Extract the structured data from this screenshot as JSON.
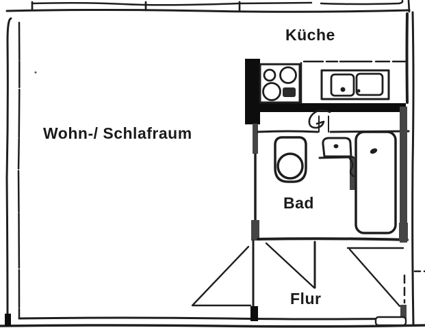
{
  "plan": {
    "kind": "apartment-floor-plan"
  },
  "rooms": {
    "living_sleeping": {
      "label": "Wohn-/ Schlafraum"
    },
    "kitchen": {
      "label": "Küche"
    },
    "bathroom": {
      "label": "Bad"
    },
    "hallway": {
      "label": "Flur"
    }
  },
  "fixtures": {
    "kitchen": [
      "stove-icon",
      "double-basin-sink-icon"
    ],
    "bathroom": [
      "toilet-icon",
      "washbasin-icon",
      "bathtub-icon"
    ],
    "doors": [
      "door-swing-kitchen-bath",
      "door-swing-living-hall",
      "door-swing-bath-hall",
      "door-swing-entrance",
      "entrance-threshold"
    ]
  },
  "colors": {
    "paper": "#ffffff",
    "ink": "#1e1e1e",
    "solid_wall": "#0d0d0d",
    "wall_gray": "#454545",
    "label_text": "#1a1a1a"
  }
}
